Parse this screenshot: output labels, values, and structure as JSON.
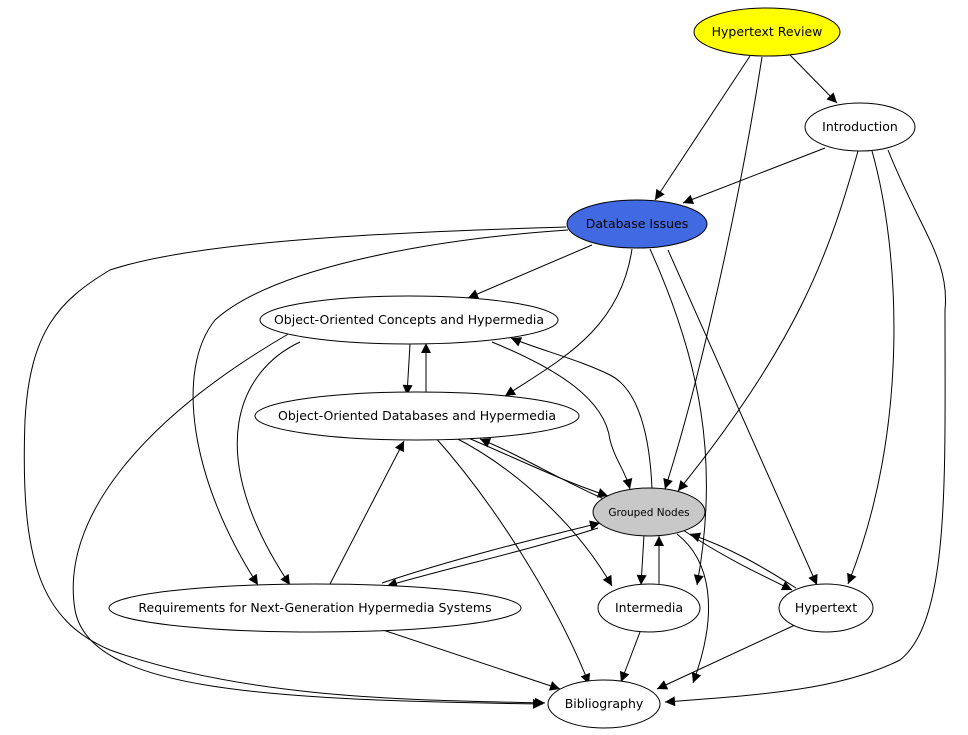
{
  "colors": {
    "root": "#ffff00",
    "highlight": "#4169e1",
    "group": "#c8c8c8",
    "default": "#ffffff"
  },
  "nodes": {
    "hypertext_review": "Hypertext Review",
    "introduction": "Introduction",
    "database_issues": "Database Issues",
    "oo_concepts": "Object-Oriented Concepts and Hypermedia",
    "oo_databases": "Object-Oriented Databases and Hypermedia",
    "grouped_nodes": "Grouped Nodes",
    "requirements": "Requirements for Next-Generation Hypermedia Systems",
    "intermedia": "Intermedia",
    "hypertext": "Hypertext",
    "bibliography": "Bibliography"
  }
}
